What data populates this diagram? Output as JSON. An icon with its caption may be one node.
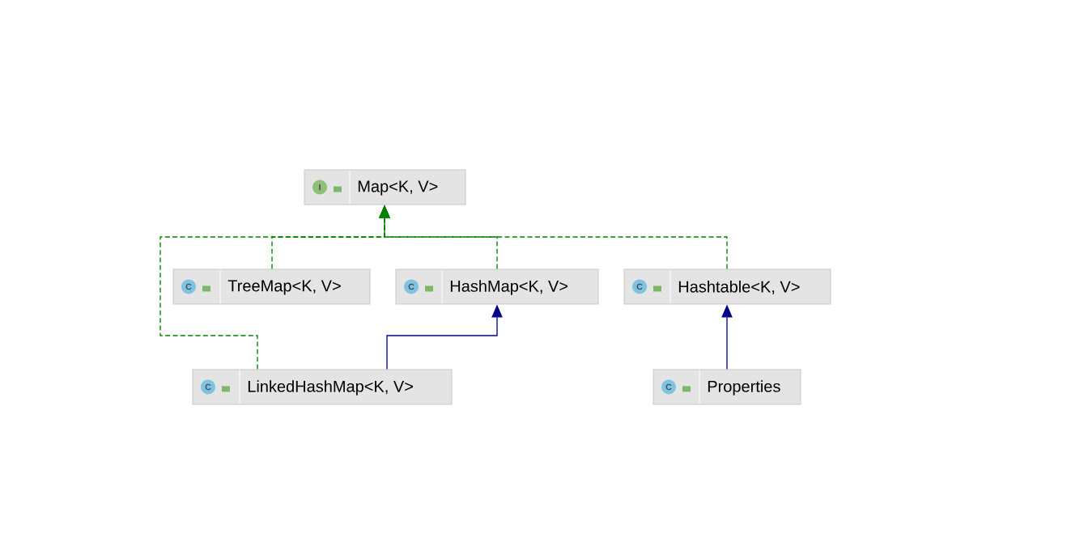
{
  "diagram": {
    "nodes": [
      {
        "text": [
          "I",
          "Map<K, V>"
        ]
      },
      {
        "text": [
          "C",
          "TreeMap<K, V>"
        ]
      },
      {
        "text": [
          "C",
          "HashMap<K, V>"
        ]
      },
      {
        "text": [
          "C",
          "Hashtable<K, V>"
        ]
      },
      {
        "text": [
          "C",
          "LinkedHashMap<K, V>"
        ]
      },
      {
        "text": [
          "C",
          "Properties"
        ]
      }
    ],
    "edges": [
      {
        "from": 1,
        "to": 0,
        "arrow": "to",
        "style": "dashed",
        "color": "#008000"
      },
      {
        "from": 2,
        "to": 0,
        "arrow": "to",
        "style": "dashed",
        "color": "#008000"
      },
      {
        "from": 3,
        "to": 0,
        "arrow": "to",
        "style": "dashed",
        "color": "#008000"
      },
      {
        "from": 4,
        "to": 0,
        "arrow": "to",
        "style": "dashed",
        "color": "#008000"
      },
      {
        "from": 4,
        "to": 2,
        "arrow": "to",
        "color": "#00008b"
      },
      {
        "from": 5,
        "to": 3,
        "arrow": "to",
        "color": "#00008b"
      }
    ]
  }
}
